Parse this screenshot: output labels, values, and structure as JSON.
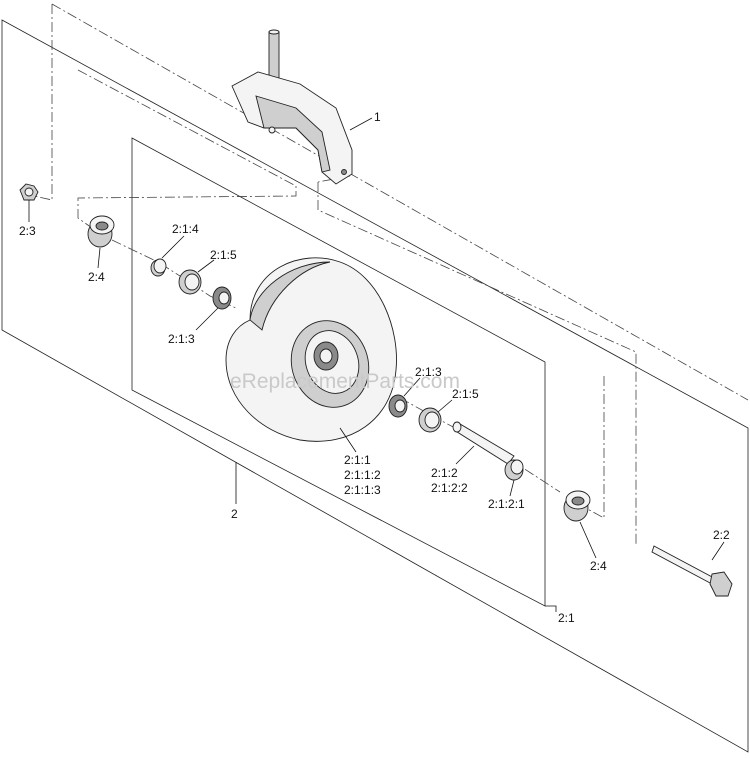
{
  "watermark": "eReplacementParts.com",
  "callouts": {
    "bracket": "1",
    "frame_assembly": "2",
    "wheel_assembly": "2:1",
    "bolt": "2:2",
    "nut": "2:3",
    "spacer_left": "2:4",
    "spacer_right": "2:4",
    "bushing": "2:1:4",
    "seal_left": "2:1:5",
    "bearing_left": "2:1:3",
    "tire_1": "2:1:1",
    "tire_2": "2:1:1:2",
    "tire_3": "2:1:1:3",
    "bearing_right": "2:1:3",
    "seal_right": "2:1:5",
    "axle_1": "2:1:2",
    "axle_2": "2:1:2:2",
    "axle_sleeve": "2:1:2:1"
  }
}
